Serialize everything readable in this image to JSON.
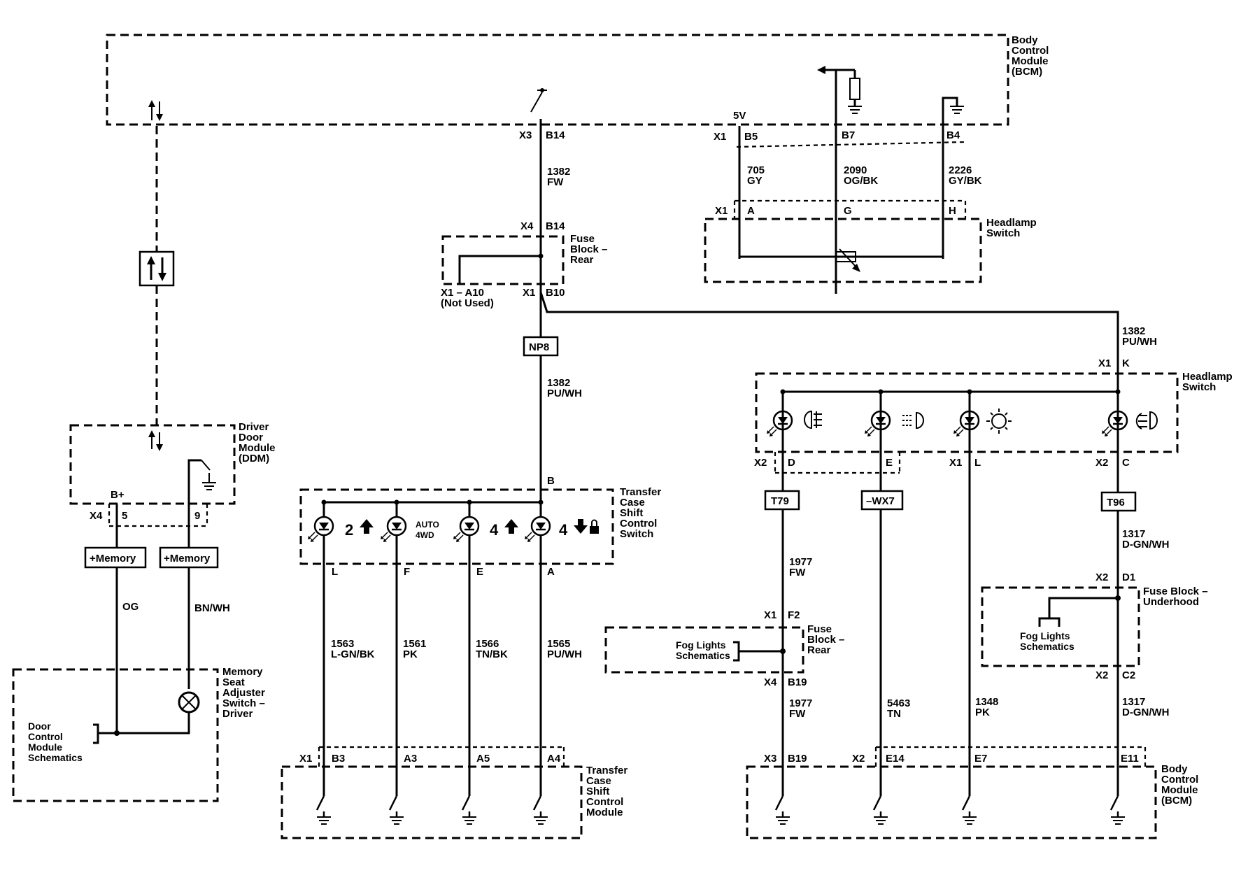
{
  "bcm_top": {
    "name": "Body\nControl\nModule\n(BCM)"
  },
  "bcm_pins": {
    "x3": "X3",
    "b14": "B14",
    "v5": "5V",
    "x1": "X1",
    "b5": "B5",
    "b7": "B7",
    "b4": "B4"
  },
  "headlamp_top": {
    "name": "Headlamp\nSwitch",
    "x1": "X1",
    "a": "A",
    "g": "G",
    "h": "H",
    "wire_705": "705\nGY",
    "wire_2090": "2090\nOG/BK",
    "wire_2226": "2226\nGY/BK"
  },
  "fuse_rear": {
    "name": "Fuse\nBlock –\nRear",
    "x4": "X4",
    "b14": "B14",
    "x1": "X1",
    "b10": "B10",
    "not_used": "X1 – A10\n(Not Used)",
    "wire_1382_fw": "1382\nFW"
  },
  "np8": "NP8",
  "wire_1382_puwh_center": "1382\nPU/WH",
  "wire_1382_puwh_right": "1382\nPU/WH",
  "ddm": {
    "name": "Driver\nDoor\nModule\n(DDM)",
    "bplus": "B+",
    "x4": "X4",
    "p5": "5",
    "p9": "9"
  },
  "memory": {
    "left": "+Memory",
    "right": "+Memory",
    "og": "OG",
    "bnwh": "BN/WH"
  },
  "memory_seat": {
    "name": "Memory\nSeat\nAdjuster\nSwitch –\nDriver"
  },
  "door_control": "Door\nControl\nModule\nSchematics",
  "tccs_switch": {
    "name": "Transfer\nCase\nShift\nControl\nSwitch",
    "b": "B",
    "l": "L",
    "f": "F",
    "e": "E",
    "a": "A",
    "mode_2": "2",
    "mode_auto": "AUTO\n4WD",
    "mode_4": "4",
    "mode_4lock": "4"
  },
  "tccs_wires": {
    "w1563": "1563\nL-GN/BK",
    "w1561": "1561\nPK",
    "w1566": "1566\nTN/BK",
    "w1565": "1565\nPU/WH"
  },
  "tccs_module": {
    "name": "Transfer\nCase\nShift\nControl\nModule",
    "x1": "X1",
    "b3": "B3",
    "a3": "A3",
    "a5": "A5",
    "a4": "A4"
  },
  "headlamp_right": {
    "name": "Headlamp\nSwitch",
    "x1": "X1",
    "k": "K",
    "x2": "X2",
    "d": "D",
    "e": "E",
    "x1b": "X1",
    "l": "L",
    "x2b": "X2",
    "c": "C"
  },
  "badges": {
    "t79": "T79",
    "wx7": "–WX7",
    "t96": "T96"
  },
  "right_wires": {
    "w1977a": "1977\nFW",
    "w1317a": "1317\nD-GN/WH",
    "w1977b": "1977\nFW",
    "w5463": "5463\nTN",
    "w1348": "1348\nPK",
    "w1317b": "1317\nD-GN/WH"
  },
  "fuse_rear_right": {
    "name": "Fuse\nBlock –\nRear",
    "x1": "X1",
    "f2": "F2",
    "x4": "X4",
    "b19": "B19",
    "fog": "Fog Lights\nSchematics"
  },
  "fuse_underhood": {
    "name": "Fuse Block –\nUnderhood",
    "x2": "X2",
    "d1": "D1",
    "x2b": "X2",
    "c2": "C2",
    "fog": "Fog Lights\nSchematics"
  },
  "bcm_bottom": {
    "name": "Body\nControl\nModule\n(BCM)",
    "x3": "X3",
    "b19": "B19",
    "x2": "X2",
    "e14": "E14",
    "e7": "E7",
    "e11": "E11"
  }
}
